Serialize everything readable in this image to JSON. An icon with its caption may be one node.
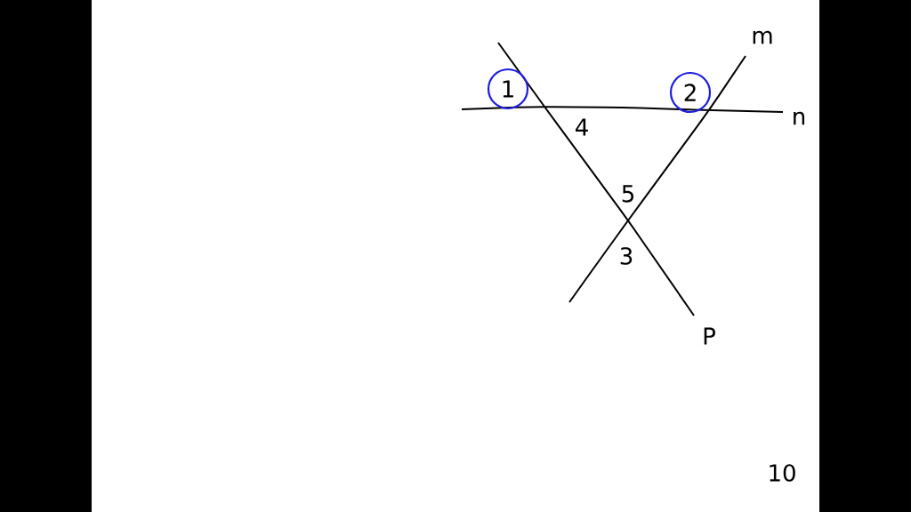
{
  "diagram": {
    "nodes": [
      {
        "text": [
          "1"
        ]
      },
      {
        "text": [
          "2"
        ]
      }
    ],
    "labels": [
      "m",
      "n",
      "4",
      "5",
      "3",
      "P",
      "10"
    ]
  }
}
